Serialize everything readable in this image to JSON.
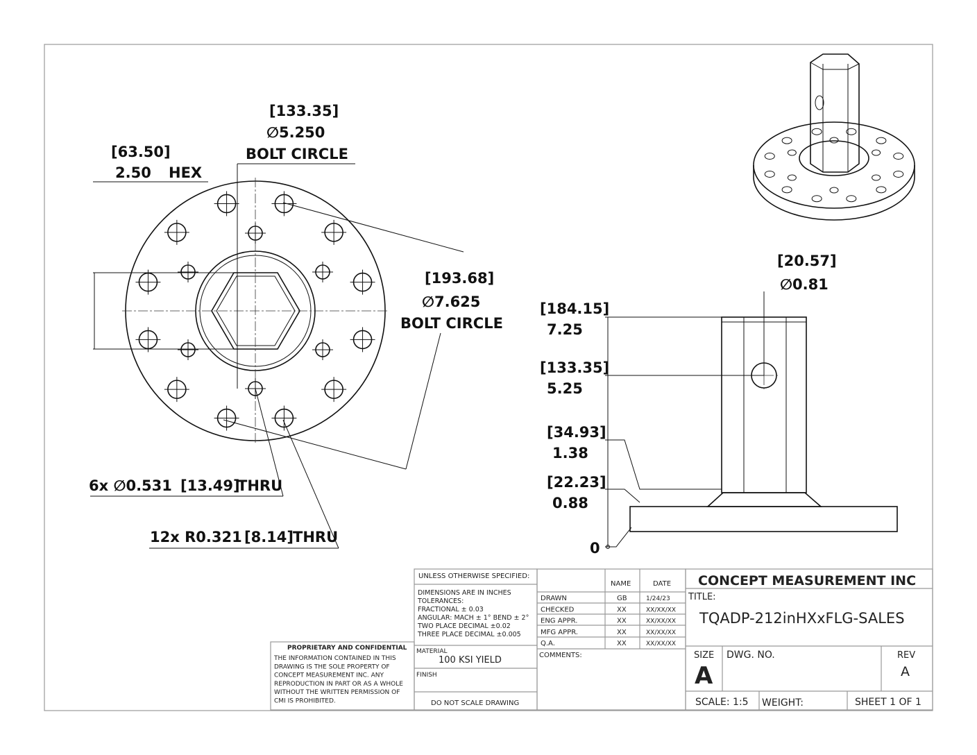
{
  "dimensions": {
    "bolt_circle_small_mm": "133.35",
    "bolt_circle_small_in": "∅5.250",
    "bolt_circle_label": "BOLT CIRCLE",
    "hex_mm": "63.50",
    "hex_in": "2.50",
    "hex_label": "HEX",
    "bolt_circle_large_mm": "193.68",
    "bolt_circle_large_in": "∅7.625",
    "holes_6x": "6x ∅0.531",
    "holes_6x_mm": "13.49",
    "thru": "THRU",
    "holes_12x": "12x R0.321",
    "holes_12x_mm": "8.14",
    "cross_hole_mm": "20.57",
    "cross_hole_in": "∅0.81",
    "h1_mm": "184.15",
    "h1_in": "7.25",
    "h2_mm": "133.35",
    "h2_in": "5.25",
    "h3_mm": "34.93",
    "h3_in": "1.38",
    "h4_mm": "22.23",
    "h4_in": "0.88",
    "zero": "0"
  },
  "title_block": {
    "proprietary_title": "PROPRIETARY AND CONFIDENTIAL",
    "proprietary_lines": [
      "THE INFORMATION CONTAINED IN THIS",
      "DRAWING IS THE SOLE PROPERTY OF",
      "CONCEPT MEASUREMENT INC.  ANY",
      "REPRODUCTION IN PART OR AS A WHOLE",
      "WITHOUT THE WRITTEN PERMISSION OF",
      "CMI IS PROHIBITED."
    ],
    "unless": "UNLESS OTHERWISE SPECIFIED:",
    "tolerance_lines": [
      "DIMENSIONS ARE IN INCHES",
      "TOLERANCES:",
      "FRACTIONAL ± 0.03",
      "ANGULAR: MACH ± 1° BEND ± 2°",
      "TWO PLACE DECIMAL    ±0.02",
      "THREE PLACE DECIMAL  ±0.005"
    ],
    "material_label": "MATERIAL",
    "material": "100 KSI YIELD",
    "finish_label": "FINISH",
    "do_not_scale": "DO NOT SCALE DRAWING",
    "name_header": "NAME",
    "date_header": "DATE",
    "rows": [
      {
        "role": "DRAWN",
        "name": "GB",
        "date": "1/24/23"
      },
      {
        "role": "CHECKED",
        "name": "XX",
        "date": "XX/XX/XX"
      },
      {
        "role": "ENG APPR.",
        "name": "XX",
        "date": "XX/XX/XX"
      },
      {
        "role": "MFG APPR.",
        "name": "XX",
        "date": "XX/XX/XX"
      },
      {
        "role": "Q.A.",
        "name": "XX",
        "date": "XX/XX/XX"
      }
    ],
    "comments": "COMMENTS:",
    "company": "CONCEPT MEASUREMENT INC",
    "title_label": "TITLE:",
    "title": "TQADP-212inHXxFLG-SALES",
    "size_label": "SIZE",
    "size": "A",
    "dwg_no_label": "DWG. NO.",
    "rev_label": "REV",
    "rev": "A",
    "scale": "SCALE: 1:5",
    "weight": "WEIGHT:",
    "sheet": "SHEET 1 OF 1"
  }
}
